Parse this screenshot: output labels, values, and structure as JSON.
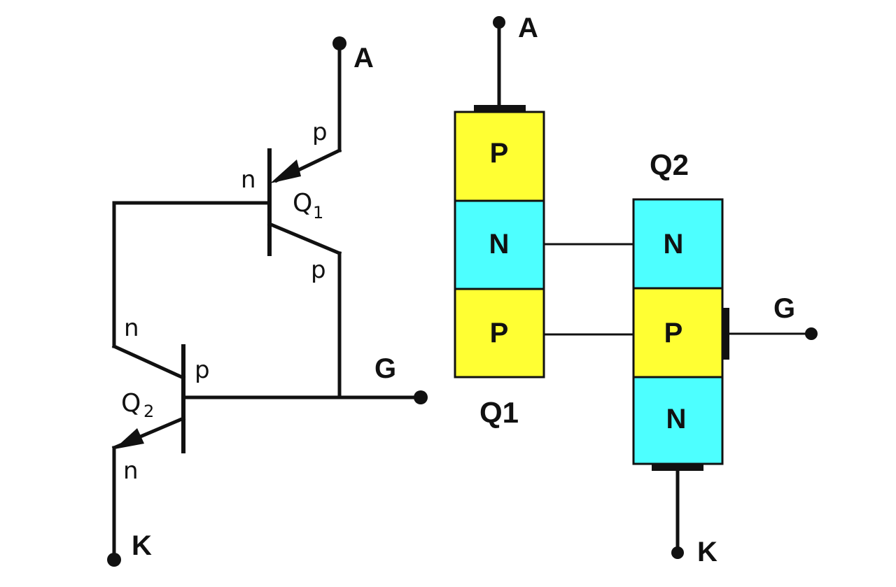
{
  "schematic": {
    "anode": "A",
    "gate": "G",
    "cathode": "K",
    "q1_letter": "Q",
    "q1_sub": "1",
    "q2_letter": "Q",
    "q2_sub": "2",
    "q1_emitter_region": "p",
    "q1_base_region": "n",
    "q1_collector_region": "p",
    "q2_collector_region": "n",
    "q2_base_region": "p",
    "q2_emitter_region": "n"
  },
  "structure": {
    "anode": "A",
    "gate": "G",
    "cathode": "K",
    "q1_label": "Q1",
    "q2_label": "Q2",
    "q1_layers": [
      "P",
      "N",
      "P"
    ],
    "q2_layers": [
      "N",
      "P",
      "N"
    ]
  },
  "colors": {
    "p_layer": "#FFFF33",
    "n_layer": "#4DFFFF",
    "line": "#111111"
  }
}
